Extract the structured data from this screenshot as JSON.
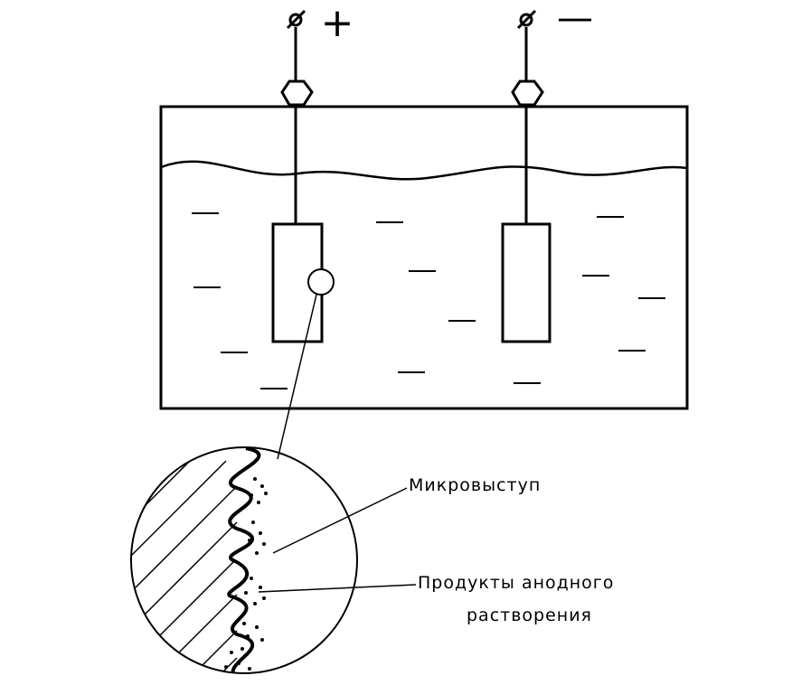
{
  "terminals": {
    "positive_sign": "+",
    "negative_sign": "—"
  },
  "labels": {
    "microprotrusion": "Микровыступ",
    "anodic_products_line1": "Продукты анодного",
    "anodic_products_line2": "растворения"
  },
  "colors": {
    "stroke": "#000000",
    "background": "#ffffff"
  }
}
